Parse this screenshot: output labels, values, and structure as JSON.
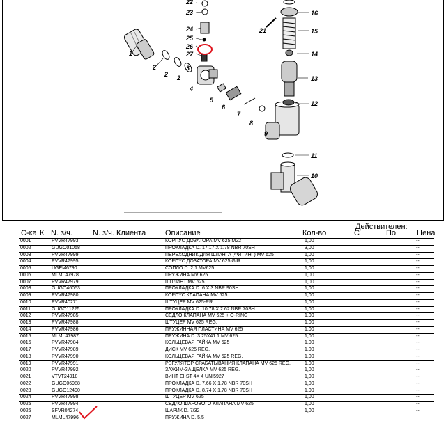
{
  "diagram": {
    "callouts": [
      "1",
      "2",
      "2",
      "2",
      "3",
      "4",
      "5",
      "6",
      "7",
      "8",
      "9",
      "10",
      "11",
      "12",
      "13",
      "14",
      "15",
      "16",
      "21",
      "22",
      "23",
      "24",
      "25",
      "26",
      "27"
    ]
  },
  "table": {
    "headers": {
      "code": "С-ка",
      "k": "К",
      "part_no": "N. з/ч.",
      "client_part_no": "N. з/ч. Клиента",
      "description": "Описание",
      "qty": "Кол-во",
      "valid": "Действителен:",
      "from": "С",
      "to": "По",
      "price": "Цена"
    },
    "rows": [
      {
        "code": "0001",
        "part": "PVVR47993",
        "desc": "КОРПУС ДОЗАТОРА MV 625 M22",
        "qty": "1,00",
        "price": "--"
      },
      {
        "code": "0002",
        "part": "GUGO01058",
        "desc": "ПРОКЛАДКА D.  17.17 X 1.78 NBR 70SH",
        "qty": "3,00",
        "price": "--"
      },
      {
        "code": "0003",
        "part": "PVVR47999",
        "desc": "ПЕРЕХОДНИК ДЛЯ ШЛАНГА (ФИТИНГ) MV 625",
        "qty": "1,00",
        "price": "--"
      },
      {
        "code": "0004",
        "part": "PVVR47995",
        "desc": "КОРПУС ДОЗАТОРА MV 625 GIR.",
        "qty": "1,00",
        "price": "--"
      },
      {
        "code": "0005",
        "part": "UGEI46790",
        "desc": "СОПЛО D. 2,1 MV625",
        "qty": "1,00",
        "price": "--"
      },
      {
        "code": "0006",
        "part": "MLML47978",
        "desc": "ПРУЖИНА MV 625",
        "qty": "1,00",
        "price": "--"
      },
      {
        "code": "0007",
        "part": "PVVR47979",
        "desc": "ШПЛИНТ MV 625",
        "qty": "1,00",
        "price": "--"
      },
      {
        "code": "0008",
        "part": "GUGO46053",
        "desc": "ПРОКЛАДКА D.   6    X 3    NBR 90SH",
        "qty": "1,00",
        "price": "--"
      },
      {
        "code": "0009",
        "part": "PVVR47980",
        "desc": "КОРПУС КЛАПАНА MV 625",
        "qty": "1,00",
        "price": "--"
      },
      {
        "code": "0010",
        "part": "PVVR40271",
        "desc": "ШТУЦЕР MV 625-RR",
        "qty": "1,00",
        "price": "--"
      },
      {
        "code": "0011",
        "part": "GUGO11225",
        "desc": "ПРОКЛАДКА D.  10.78 X 2.62 NBR 70SH",
        "qty": "1,00",
        "price": "--"
      },
      {
        "code": "0012",
        "part": "PVVR47985",
        "desc": "СЕДЛО КЛАПАНА MV 625 + O-RING",
        "qty": "1,00",
        "price": "--"
      },
      {
        "code": "0013",
        "part": "PVVR47988",
        "desc": "ШТУЦЕР MV 625 REG.",
        "qty": "1,00",
        "price": "--"
      },
      {
        "code": "0014",
        "part": "PVVR47986",
        "desc": "ПРУЖИННАЯ ПЛАСТИНА MV 625",
        "qty": "1,00",
        "price": "--"
      },
      {
        "code": "0015",
        "part": "MLML47987",
        "desc": "ПРУЖИНА D. 3.25X41.1 MV 625",
        "qty": "1,00",
        "price": "--"
      },
      {
        "code": "0016",
        "part": "PVVR47984",
        "desc": "КОЛЬЦЕВАЯ ГАЙКА MV 625",
        "qty": "1,00",
        "price": "--"
      },
      {
        "code": "0017",
        "part": "PVVR47989",
        "desc": "ДИСК MV 625 REG.",
        "qty": "1,00",
        "price": "--"
      },
      {
        "code": "0018",
        "part": "PVVR47990",
        "desc": "КОЛЬЦЕВАЯ ГАЙКА MV 625 REG.",
        "qty": "1,00",
        "price": "--"
      },
      {
        "code": "0019",
        "part": "PVVR47991",
        "desc": "РЕГУЛЯТОР СРАБАТЫВАНИЯ КЛАПАНА MV 625 REG.",
        "qty": "1,00",
        "price": "--"
      },
      {
        "code": "0020",
        "part": "PVVR47992",
        "desc": "ЗАЖИМ-ЗАЩЕЛКА MV 625 REG.",
        "qty": "1,00",
        "price": "--"
      },
      {
        "code": "0021",
        "part": "VTVT24918",
        "desc": "ВИНТ EI-ST 4X 4    UNI5927",
        "qty": "1,00",
        "price": "--"
      },
      {
        "code": "0022",
        "part": "GUGO06988",
        "desc": "ПРОКЛАДКА D.   7.66 X 1.78 NBR 70SH",
        "qty": "1,00",
        "price": "--"
      },
      {
        "code": "0023",
        "part": "GUGO12490",
        "desc": "ПРОКЛАДКА D.   8.74 X 1.78 NBR 70SH",
        "qty": "1,00",
        "price": "--"
      },
      {
        "code": "0024",
        "part": "PVVR47998",
        "desc": "ШТУЦЕР MV 625",
        "qty": "1,00",
        "price": "--"
      },
      {
        "code": "0025",
        "part": "PVVR47994",
        "desc": "СЕДЛО ШАРОВОГО КЛАПАНА MV 625",
        "qty": "1,00",
        "price": "--"
      },
      {
        "code": "0026",
        "part": "SFVR04274",
        "desc": "ШАРИК D.  7/32",
        "qty": "1,00",
        "price": "--"
      },
      {
        "code": "0027",
        "part": "MLML47996",
        "desc": "ПРУЖИНА D. 5.5",
        "qty": "",
        "price": ""
      }
    ]
  },
  "colors": {
    "highlight": "#e0141e",
    "line": "#000000"
  }
}
